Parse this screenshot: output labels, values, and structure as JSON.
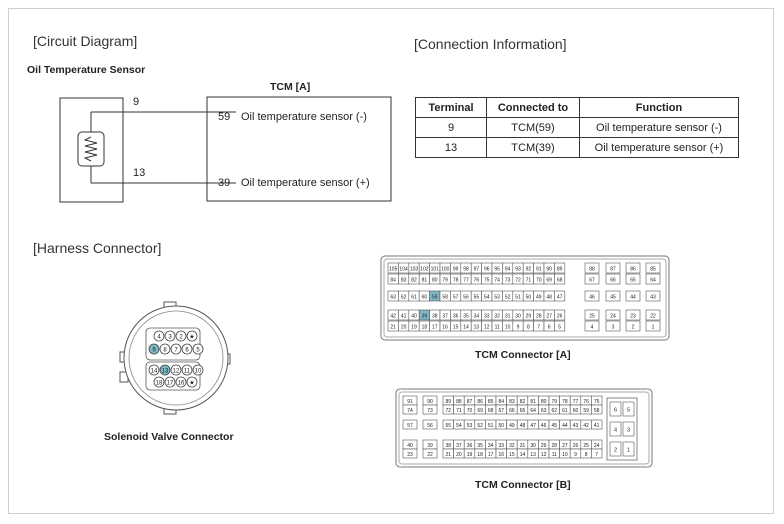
{
  "sections": {
    "circuit_diagram": "[Circuit Diagram]",
    "connection_information": "[Connection Information]",
    "harness_connector": "[Harness Connector]"
  },
  "circuit": {
    "sensor_title": "Oil Temperature Sensor",
    "tcm_title": "TCM [A]",
    "sensor_pins": [
      "9",
      "13"
    ],
    "tcm_pins": [
      {
        "pin": "59",
        "label": "Oil temperature sensor (-)"
      },
      {
        "pin": "39",
        "label": "Oil temperature sensor (+)"
      }
    ]
  },
  "connection_table": {
    "headers": [
      "Terminal",
      "Connected to",
      "Function"
    ],
    "rows": [
      [
        "9",
        "TCM(59)",
        "Oil temperature sensor (-)"
      ],
      [
        "13",
        "TCM(39)",
        "Oil temperature sensor (+)"
      ]
    ]
  },
  "solenoid_connector": {
    "caption": "Solenoid Valve Connector",
    "row1": [
      "4",
      "3",
      "2",
      "★"
    ],
    "row2": [
      "9",
      "8",
      "7",
      "6",
      "5"
    ],
    "row3": [
      "14",
      "13",
      "12",
      "11",
      "10"
    ],
    "row4": [
      "18",
      "17",
      "16",
      "★"
    ],
    "highlighted": [
      "9",
      "13"
    ]
  },
  "tcm_a": {
    "caption": "TCM Connector [A]",
    "highlighted": [
      "59",
      "39"
    ],
    "rows": [
      {
        "main": [
          "105",
          "104",
          "103",
          "102",
          "101",
          "100",
          "99",
          "98",
          "97",
          "96",
          "95",
          "94",
          "93",
          "92",
          "91",
          "90",
          "89"
        ],
        "side": [
          "88",
          "87",
          "86",
          "85"
        ]
      },
      {
        "main": [
          "84",
          "83",
          "82",
          "81",
          "80",
          "79",
          "78",
          "77",
          "76",
          "75",
          "74",
          "73",
          "72",
          "71",
          "70",
          "69",
          "68"
        ],
        "side": [
          "67",
          "66",
          "65",
          "64"
        ]
      },
      {
        "main": [
          "63",
          "62",
          "61",
          "60",
          "59",
          "58",
          "57",
          "56",
          "55",
          "54",
          "53",
          "52",
          "51",
          "50",
          "49",
          "48",
          "47"
        ],
        "side": [
          "46",
          "45",
          "44",
          "43"
        ]
      },
      {
        "main": [
          "42",
          "41",
          "40",
          "39",
          "38",
          "37",
          "36",
          "35",
          "34",
          "33",
          "32",
          "31",
          "30",
          "29",
          "28",
          "27",
          "26"
        ],
        "side": [
          "25",
          "24",
          "23",
          "22"
        ]
      },
      {
        "main": [
          "21",
          "20",
          "19",
          "18",
          "17",
          "16",
          "15",
          "14",
          "13",
          "12",
          "11",
          "10",
          "9",
          "8",
          "7",
          "6",
          "5"
        ],
        "side": [
          "4",
          "3",
          "2",
          "1"
        ]
      }
    ]
  },
  "tcm_b": {
    "caption": "TCM Connector [B]",
    "rows": [
      {
        "left": [
          "91",
          "90"
        ],
        "main": [
          "89",
          "88",
          "87",
          "86",
          "85",
          "84",
          "83",
          "82",
          "81",
          "80",
          "79",
          "78",
          "77",
          "76",
          "75"
        ]
      },
      {
        "left": [
          "74",
          "73"
        ],
        "main": [
          "72",
          "71",
          "70",
          "69",
          "68",
          "67",
          "66",
          "65",
          "64",
          "63",
          "62",
          "61",
          "60",
          "59",
          "58"
        ]
      },
      {
        "left": [
          "57",
          "56"
        ],
        "main": [
          "55",
          "54",
          "53",
          "52",
          "51",
          "50",
          "49",
          "48",
          "47",
          "46",
          "45",
          "44",
          "43",
          "42",
          "41"
        ]
      },
      {
        "left": [
          "40",
          "39"
        ],
        "main": [
          "38",
          "37",
          "36",
          "35",
          "34",
          "33",
          "32",
          "31",
          "30",
          "29",
          "28",
          "27",
          "26",
          "25",
          "24"
        ]
      },
      {
        "left": [
          "23",
          "22"
        ],
        "main": [
          "21",
          "20",
          "19",
          "18",
          "17",
          "16",
          "15",
          "14",
          "13",
          "12",
          "11",
          "10",
          "9",
          "8",
          "7"
        ]
      }
    ],
    "side": [
      [
        "6",
        "5"
      ],
      [
        "4",
        "3"
      ],
      [
        "2",
        "1"
      ]
    ]
  },
  "colors": {
    "highlight": "#7fb8c4",
    "line": "#333333"
  }
}
